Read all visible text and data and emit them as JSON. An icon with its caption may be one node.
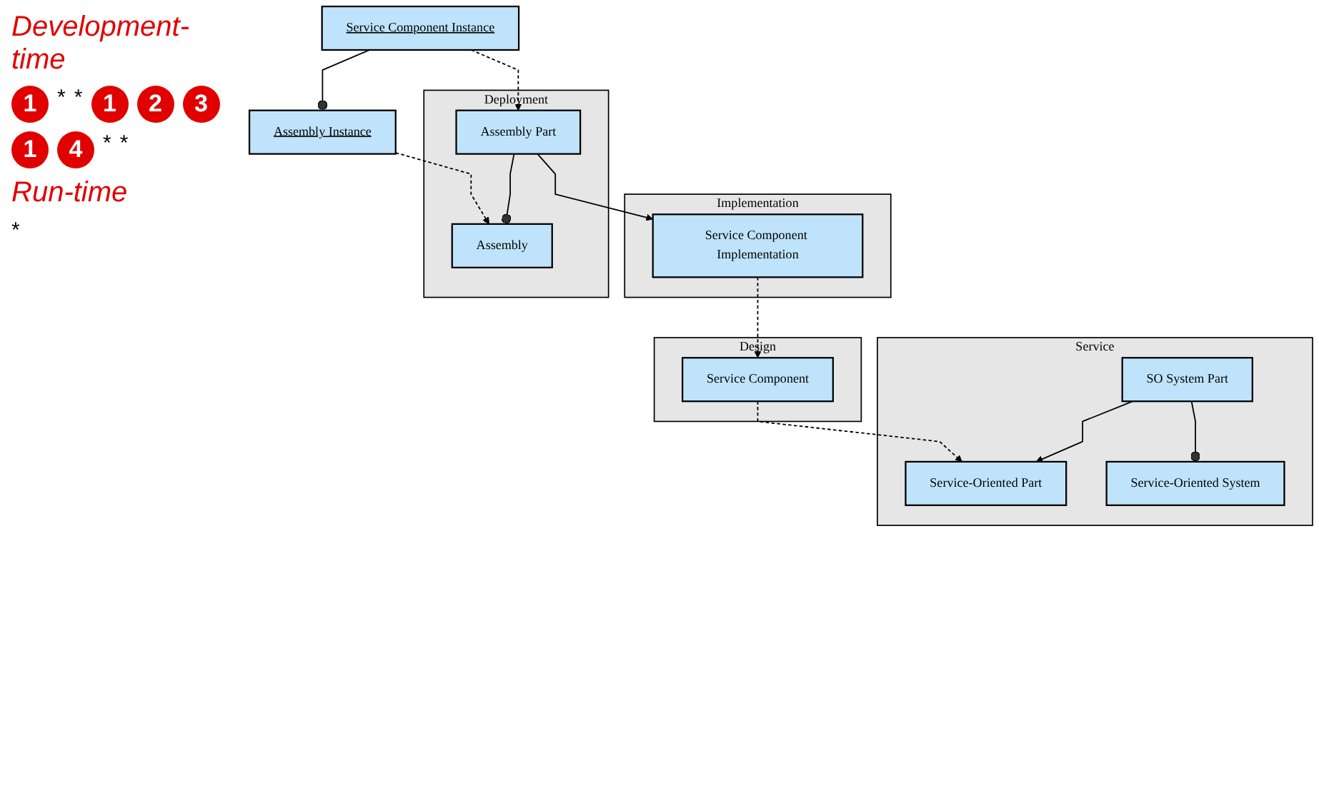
{
  "diagram": {
    "nodes": [
      {
        "text": [
          "Service"
        ]
      },
      {
        "text": [
          "Service-Oriented Part"
        ],
        "in": 0
      },
      {
        "text": [
          "SO System Part"
        ],
        "in": 0
      },
      {
        "text": [
          "Service-Oriented System"
        ],
        "in": 0
      },
      {
        "text": [
          "Design"
        ]
      },
      {
        "text": [
          "Service Component"
        ],
        "in": 4
      },
      {
        "text": [
          "Implementation"
        ]
      },
      {
        "text": [
          "Service Component Implementation"
        ],
        "in": 6
      },
      {
        "text": [
          "Deployment"
        ]
      },
      {
        "text": [
          "Assembly Part"
        ],
        "in": 8
      },
      {
        "text": [
          "Assembly"
        ],
        "in": 8
      },
      {
        "text": [
          "Service Component Instance"
        ]
      },
      {
        "text": [
          "Assembly Instance"
        ]
      }
    ],
    "edges": [
      {
        "from": 2,
        "to": 1,
        "arrow": "to"
      },
      {
        "from": 2,
        "to": 3,
        "arrow": "other"
      },
      {
        "from": 5,
        "to": 1,
        "arrow": "to",
        "style": "dashed"
      },
      {
        "from": 7,
        "to": 5,
        "arrow": "to",
        "style": "dashed"
      },
      {
        "from": 9,
        "to": 7,
        "arrow": "to"
      },
      {
        "from": 9,
        "to": 10,
        "arrow": "other"
      },
      {
        "from": 11,
        "to": 9,
        "arrow": "to",
        "style": "dashed"
      },
      {
        "from": 12,
        "to": 10,
        "arrow": "to",
        "style": "dashed"
      },
      {
        "from": 11,
        "to": 12,
        "arrow": "other"
      }
    ],
    "labels": [
      "Development-time",
      "1",
      "*",
      "*",
      "1",
      "2",
      "3",
      "1",
      "4",
      "*",
      "*",
      "Run-time",
      "*"
    ]
  }
}
